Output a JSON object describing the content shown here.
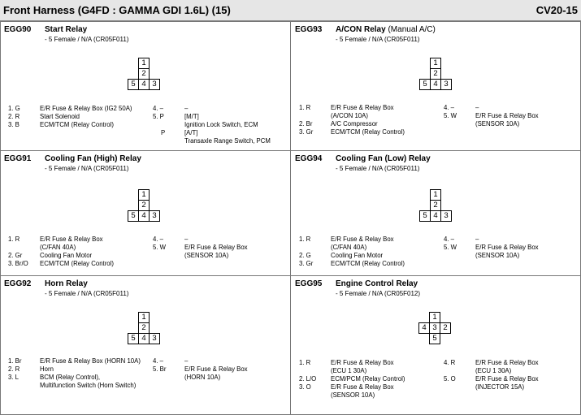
{
  "header": {
    "title": "Front Harness (G4FD : GAMMA GDI 1.6L) (15)",
    "page_code": "CV20-15"
  },
  "panels": {
    "egg90": {
      "code": "EGG90",
      "name": "Start Relay",
      "spec": "- 5 Female / N/A (CR05F011)",
      "cells": [
        "1",
        "2",
        "5",
        "4",
        "3"
      ],
      "left": [
        {
          "pin": "1. G",
          "lines": [
            "E/R Fuse & Relay Box (IG2 50A)"
          ]
        },
        {
          "pin": "2. R",
          "lines": [
            "Start Solenoid"
          ]
        },
        {
          "pin": "3. B",
          "lines": [
            "ECM/TCM (Relay Control)"
          ]
        }
      ],
      "right": [
        {
          "pin": "4. –",
          "lines": [
            "–"
          ]
        },
        {
          "pin": "5. P",
          "lines": [
            "[M/T]",
            "Ignition Lock Switch, ECM"
          ]
        },
        {
          "pin": "P",
          "lines": [
            "[A/T]",
            "Transaxle Range Switch, PCM"
          ]
        }
      ]
    },
    "egg91": {
      "code": "EGG91",
      "name": "Cooling Fan (High) Relay",
      "spec": "- 5 Female / N/A (CR05F011)",
      "cells": [
        "1",
        "2",
        "5",
        "4",
        "3"
      ],
      "left": [
        {
          "pin": "1. R",
          "lines": [
            "E/R Fuse & Relay Box",
            "(C/FAN 40A)"
          ]
        },
        {
          "pin": "2. Gr",
          "lines": [
            "Cooling Fan Motor"
          ]
        },
        {
          "pin": "3. Br/O",
          "lines": [
            "ECM/TCM (Relay Control)"
          ]
        }
      ],
      "right": [
        {
          "pin": "4. –",
          "lines": [
            "–"
          ]
        },
        {
          "pin": "5. W",
          "lines": [
            "E/R Fuse & Relay Box",
            "(SENSOR 10A)"
          ]
        }
      ]
    },
    "egg92": {
      "code": "EGG92",
      "name": "Horn Relay",
      "spec": "- 5 Female / N/A (CR05F011)",
      "cells": [
        "1",
        "2",
        "5",
        "4",
        "3"
      ],
      "left": [
        {
          "pin": "1. Br",
          "lines": [
            "E/R Fuse & Relay Box (HORN 10A)"
          ]
        },
        {
          "pin": "2. R",
          "lines": [
            "Horn"
          ]
        },
        {
          "pin": "3. L",
          "lines": [
            "BCM (Relay Control),",
            "Multifunction Switch (Horn Switch)"
          ]
        }
      ],
      "right": [
        {
          "pin": "4. –",
          "lines": [
            "–"
          ]
        },
        {
          "pin": "5. Br",
          "lines": [
            "E/R Fuse & Relay Box",
            "(HORN 10A)"
          ]
        }
      ]
    },
    "egg93": {
      "code": "EGG93",
      "name": "A/CON Relay",
      "name_sub": "(Manual A/C)",
      "spec": "- 5 Female / N/A (CR05F011)",
      "cells": [
        "1",
        "2",
        "5",
        "4",
        "3"
      ],
      "left": [
        {
          "pin": "1. R",
          "lines": [
            "E/R Fuse & Relay Box",
            "(A/CON 10A)"
          ]
        },
        {
          "pin": "2. Br",
          "lines": [
            "A/C Compressor"
          ]
        },
        {
          "pin": "3. Gr",
          "lines": [
            "ECM/TCM (Relay Control)"
          ]
        }
      ],
      "right": [
        {
          "pin": "4. –",
          "lines": [
            "–"
          ]
        },
        {
          "pin": "5. W",
          "lines": [
            "E/R Fuse & Relay Box",
            "(SENSOR 10A)"
          ]
        }
      ]
    },
    "egg94": {
      "code": "EGG94",
      "name": "Cooling Fan (Low) Relay",
      "spec": "- 5 Female / N/A (CR05F011)",
      "cells": [
        "1",
        "2",
        "5",
        "4",
        "3"
      ],
      "left": [
        {
          "pin": "1. R",
          "lines": [
            "E/R Fuse & Relay Box",
            "(C/FAN 40A)"
          ]
        },
        {
          "pin": "2. G",
          "lines": [
            "Cooling Fan Motor"
          ]
        },
        {
          "pin": "3. Gr",
          "lines": [
            "ECM/TCM (Relay Control)"
          ]
        }
      ],
      "right": [
        {
          "pin": "4. –",
          "lines": [
            "–"
          ]
        },
        {
          "pin": "5. W",
          "lines": [
            "E/R Fuse & Relay Box",
            "(SENSOR 10A)"
          ]
        }
      ]
    },
    "egg95": {
      "code": "EGG95",
      "name": "Engine Control Relay",
      "spec": "- 5 Female / N/A (CR05F012)",
      "cells": [
        "1",
        "4",
        "3",
        "2",
        "5"
      ],
      "left": [
        {
          "pin": "1. R",
          "lines": [
            "E/R Fuse & Relay Box",
            "(ECU 1 30A)"
          ]
        },
        {
          "pin": "2. L/O",
          "lines": [
            "ECM/PCM (Relay Control)"
          ]
        },
        {
          "pin": "3. O",
          "lines": [
            "E/R Fuse & Relay Box",
            "(SENSOR 10A)"
          ]
        }
      ],
      "right": [
        {
          "pin": "4. R",
          "lines": [
            "E/R Fuse & Relay Box",
            "(ECU 1 30A)"
          ]
        },
        {
          "pin": "5. O",
          "lines": [
            "E/R Fuse & Relay Box",
            "(INJECTOR 15A)"
          ]
        }
      ]
    }
  }
}
